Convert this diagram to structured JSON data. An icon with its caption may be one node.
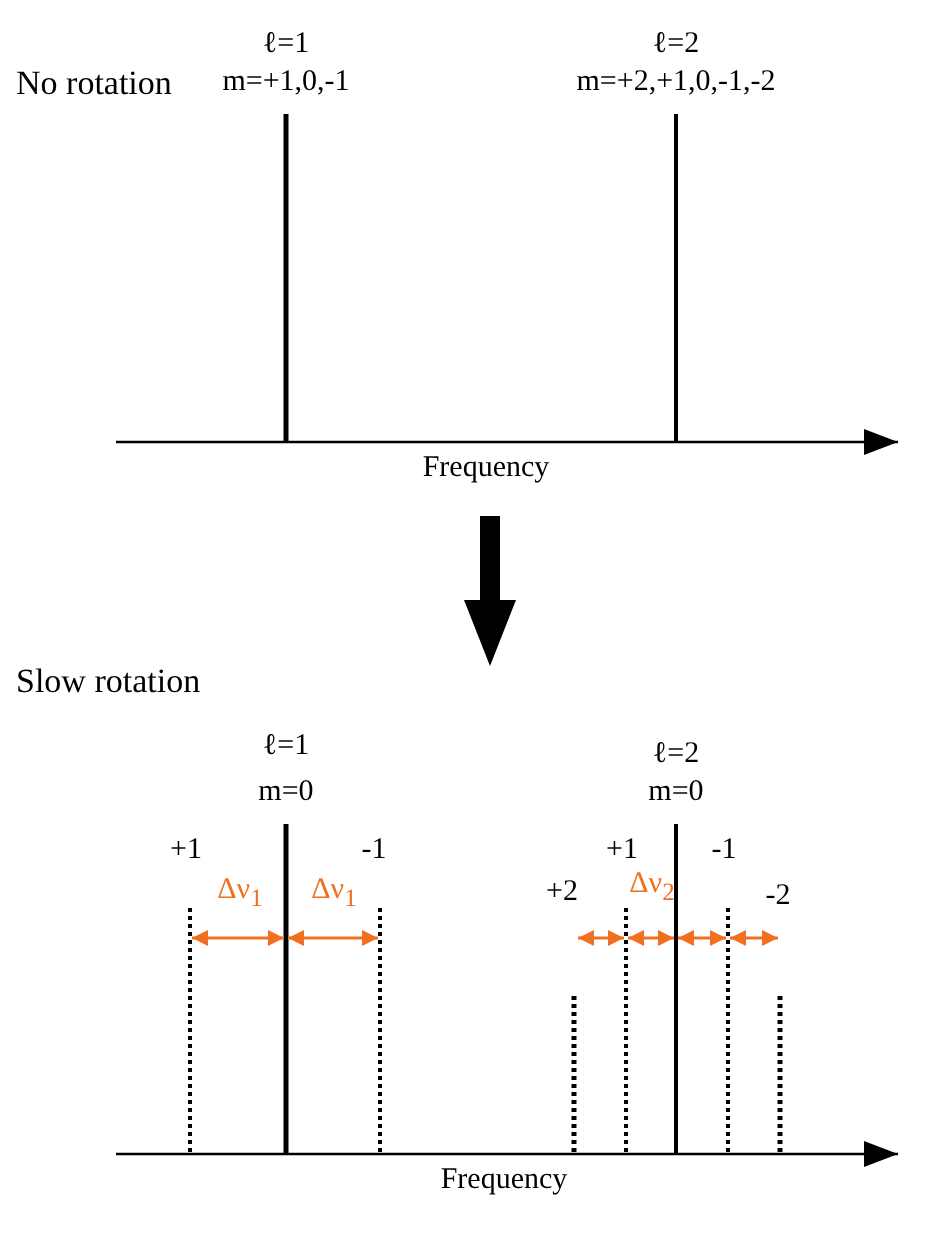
{
  "diagram": {
    "labels": [
      "ℓ=1",
      "ℓ=2",
      "No rotation",
      "m=+1,0,-1",
      "m=+2,+1,0,-1,-2",
      "Frequency",
      "Slow rotation",
      "ℓ=1",
      "ℓ=2",
      "m=0",
      "m=0",
      "+1",
      "-1",
      "+1",
      "-1",
      "Δν$_{1}$",
      "Δν$_{1}$",
      "+2",
      "Δν$_{2}$",
      "-2",
      "Frequency"
    ]
  }
}
